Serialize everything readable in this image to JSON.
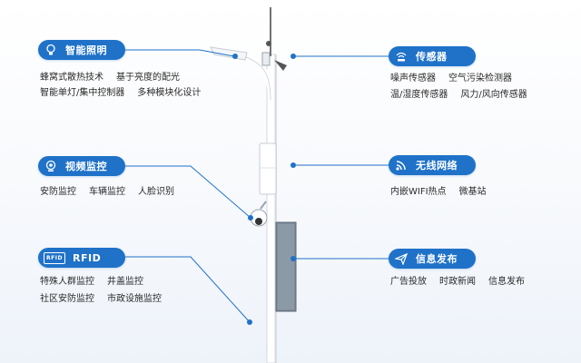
{
  "colors": {
    "accent": "#1f72c8",
    "pole": "#ffffff",
    "panel": "#7f8c99"
  },
  "left": [
    {
      "title": "智能照明",
      "icon": "bulb-icon",
      "lines": [
        [
          "蜂窝式散热技术",
          "基于亮度的配光"
        ],
        [
          "智能单灯/集中控制器",
          "多种模块化设计"
        ]
      ]
    },
    {
      "title": "视频监控",
      "icon": "camera-icon",
      "lines": [
        [
          "安防监控",
          "车辆监控",
          "人脸识别"
        ]
      ]
    },
    {
      "title": "RFID",
      "icon": "rfid-icon",
      "icon_text": "RFID",
      "lines": [
        [
          "特殊人群监控",
          "井盖监控"
        ],
        [
          "社区安防监控",
          "市政设施监控"
        ]
      ]
    }
  ],
  "right": [
    {
      "title": "传感器",
      "icon": "sensor-icon",
      "lines": [
        [
          "噪声传感器",
          "空气污染检测器"
        ],
        [
          "温/湿度传感器",
          "风力/风向传感器"
        ]
      ]
    },
    {
      "title": "无线网络",
      "icon": "wifi-icon",
      "lines": [
        [
          "内嵌WIFI热点",
          "微基站"
        ]
      ]
    },
    {
      "title": "信息发布",
      "icon": "send-icon",
      "lines": [
        [
          "广告投放",
          "时政新闻",
          "信息发布"
        ]
      ]
    }
  ]
}
